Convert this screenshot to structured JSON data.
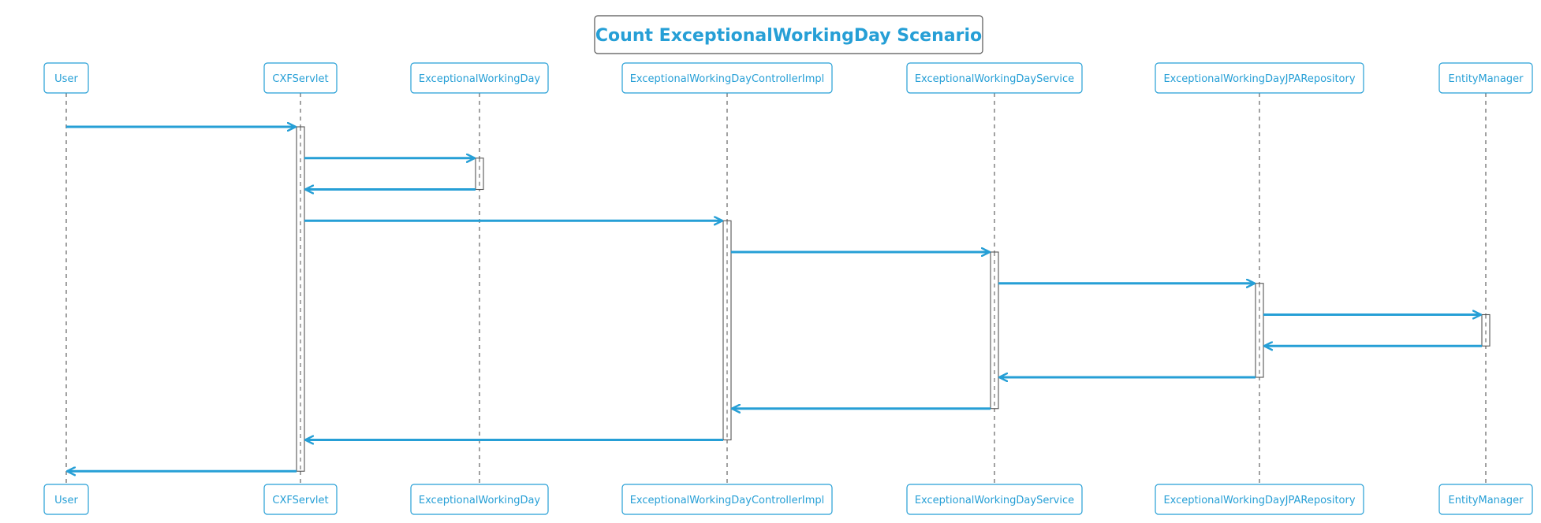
{
  "diagram": {
    "title": "Count ExceptionalWorkingDay Scenario",
    "colors": {
      "accent": "#269fd6",
      "border": "#555555",
      "lifeline": "#555555",
      "background": "#ffffff"
    },
    "participants": [
      {
        "id": "user",
        "label": "User"
      },
      {
        "id": "cxf",
        "label": "CXFServlet"
      },
      {
        "id": "ewd",
        "label": "ExceptionalWorkingDay"
      },
      {
        "id": "ctrl",
        "label": "ExceptionalWorkingDayControllerImpl"
      },
      {
        "id": "svc",
        "label": "ExceptionalWorkingDayService"
      },
      {
        "id": "repo",
        "label": "ExceptionalWorkingDayJPARepository"
      },
      {
        "id": "em",
        "label": "EntityManager"
      }
    ],
    "messages": [
      {
        "from": "user",
        "to": "cxf"
      },
      {
        "from": "cxf",
        "to": "ewd"
      },
      {
        "from": "ewd",
        "to": "cxf"
      },
      {
        "from": "cxf",
        "to": "ctrl"
      },
      {
        "from": "ctrl",
        "to": "svc"
      },
      {
        "from": "svc",
        "to": "repo"
      },
      {
        "from": "repo",
        "to": "em"
      },
      {
        "from": "em",
        "to": "repo"
      },
      {
        "from": "repo",
        "to": "svc"
      },
      {
        "from": "svc",
        "to": "ctrl"
      },
      {
        "from": "ctrl",
        "to": "cxf"
      },
      {
        "from": "cxf",
        "to": "user"
      }
    ],
    "activations": [
      {
        "participant": "cxf",
        "from_step": 0,
        "to_step": 11
      },
      {
        "participant": "ewd",
        "from_step": 1,
        "to_step": 2
      },
      {
        "participant": "ctrl",
        "from_step": 3,
        "to_step": 10
      },
      {
        "participant": "svc",
        "from_step": 4,
        "to_step": 9
      },
      {
        "participant": "repo",
        "from_step": 5,
        "to_step": 8
      },
      {
        "participant": "em",
        "from_step": 6,
        "to_step": 7
      }
    ]
  }
}
